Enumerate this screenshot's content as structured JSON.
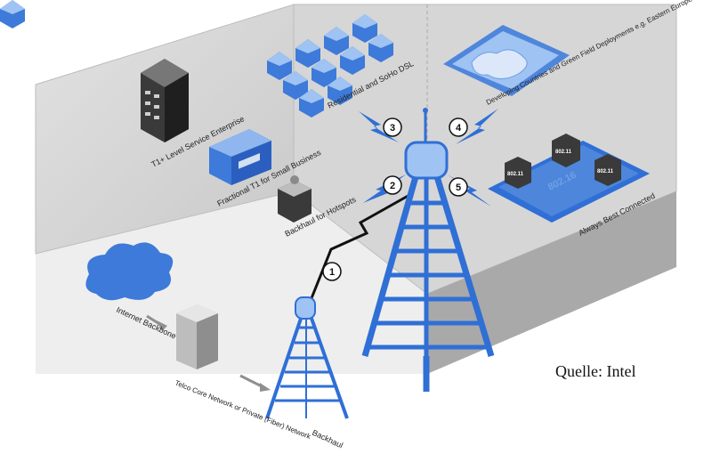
{
  "labels": {
    "enterprise": "T1+ Level Service Enterprise",
    "small_business": "Fractional T1 for Small Business",
    "hotspots": "Backhaul for Hotspots",
    "residential": "Residential and SoHo DSL",
    "developing": "Developing Countries and Green Field Deployments e.g. Eastern Europe",
    "always_best": "Always Best Connected",
    "internet_backbone": "Internet Backbone",
    "telco": "Telco Core Network or Private (Fiber) Network",
    "backhaul": "Backhaul"
  },
  "standards": {
    "main": "802.16",
    "node": "802.11"
  },
  "links": [
    "1",
    "2",
    "3",
    "4",
    "5"
  ],
  "source": "Quelle: Intel",
  "colors": {
    "tower": "#2f6fd6",
    "platform": "#d4d4d4",
    "building": "#3d7ad9",
    "dark_building": "#3a3a3a",
    "accent_light": "#9fc3f2"
  }
}
